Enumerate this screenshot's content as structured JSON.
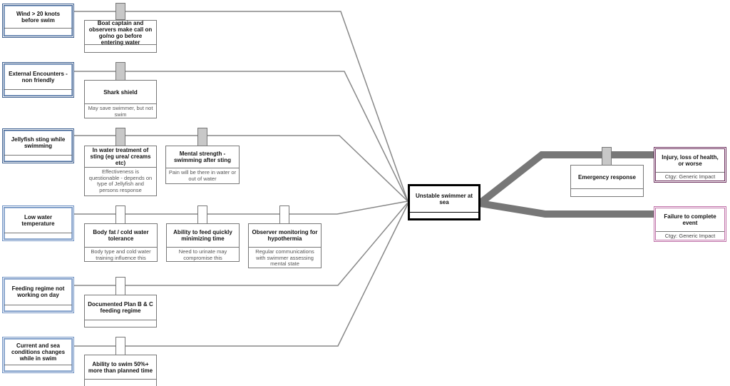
{
  "threats": [
    {
      "label": "Wind > 20 knots before swim"
    },
    {
      "label": "External Encounters - non friendly"
    },
    {
      "label": "Jellyfish sting while swimming"
    },
    {
      "label": "Low water temperature"
    },
    {
      "label": "Feeding regime not working on day"
    },
    {
      "label": "Current and sea conditions changes while in swim"
    }
  ],
  "barriers": [
    {
      "title": "Boat captain and observers make call on go/no go before entering water",
      "note": ""
    },
    {
      "title": "Shark shield",
      "note": "May save swimmer, but not swim"
    },
    {
      "title": "In water treatment of sting (eg urea/ creams etc)",
      "note": "Effectiveness is questionable - depends on type of Jellyfish and persons response"
    },
    {
      "title": "Mental strength - swimming after sting",
      "note": "Pain will be there in water or out of water"
    },
    {
      "title": "Body fat / cold water tolerance",
      "note": "Body type and cold water training influence this"
    },
    {
      "title": "Ability to feed quickly minimizing time",
      "note": "Need to urinate may compromise this"
    },
    {
      "title": "Observer monitoring for hypothermia",
      "note": "Regular communications with swimmer assessing mental state"
    },
    {
      "title": "Documented Plan B & C feeding regime",
      "note": ""
    },
    {
      "title": "Ability to swim 50%+ more than planned time",
      "note": ""
    },
    {
      "title": "Emergency response",
      "note": ""
    }
  ],
  "top_event": {
    "label": "Unstable swimmer at sea"
  },
  "consequences": [
    {
      "label": "Injury, loss of health, or worse",
      "category": "Ctgy: Generic Impact"
    },
    {
      "label": "Failure to complete event",
      "category": "Ctgy: Generic Impact"
    }
  ],
  "colors": {
    "threat_border": "#3d5f8f",
    "threat_border_light": "#6c8fc2",
    "consequence_dark": "#6b2d5c",
    "consequence_pink": "#c070a8",
    "line": "#888888",
    "thick_line": "#777777",
    "tab_grey": "#c8c8c8"
  }
}
